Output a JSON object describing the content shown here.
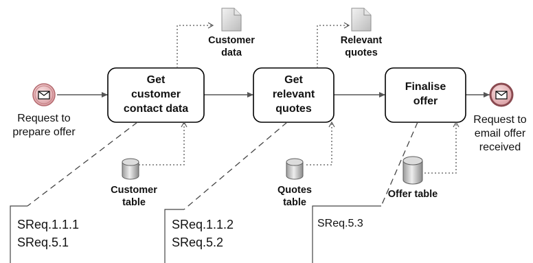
{
  "events": {
    "start": {
      "label": "Request to\nprepare offer"
    },
    "end": {
      "label": "Request to\nemail offer\nreceived"
    }
  },
  "tasks": [
    {
      "label": "Get\ncustomer\ncontact data"
    },
    {
      "label": "Get\nrelevant\nquotes"
    },
    {
      "label": "Finalise\noffer"
    }
  ],
  "data_objects": [
    {
      "label": "Customer\ndata"
    },
    {
      "label": "Relevant\nquotes"
    }
  ],
  "data_stores": [
    {
      "label": "Customer\ntable"
    },
    {
      "label": "Quotes\ntable"
    },
    {
      "label": "Offer table"
    }
  ],
  "annotations": [
    {
      "lines": [
        "SReq.1.1.1",
        "SReq.5.1"
      ]
    },
    {
      "lines": [
        "SReq.1.1.2",
        "SReq.5.2"
      ]
    },
    {
      "lines": [
        "SReq.5.3"
      ]
    }
  ],
  "colors": {
    "event_fill": "#e7b3b6",
    "event_stroke": "#b56a6f",
    "task_stroke": "#000000",
    "flow_line": "#555555",
    "store_fill": "#c9c9c9"
  }
}
